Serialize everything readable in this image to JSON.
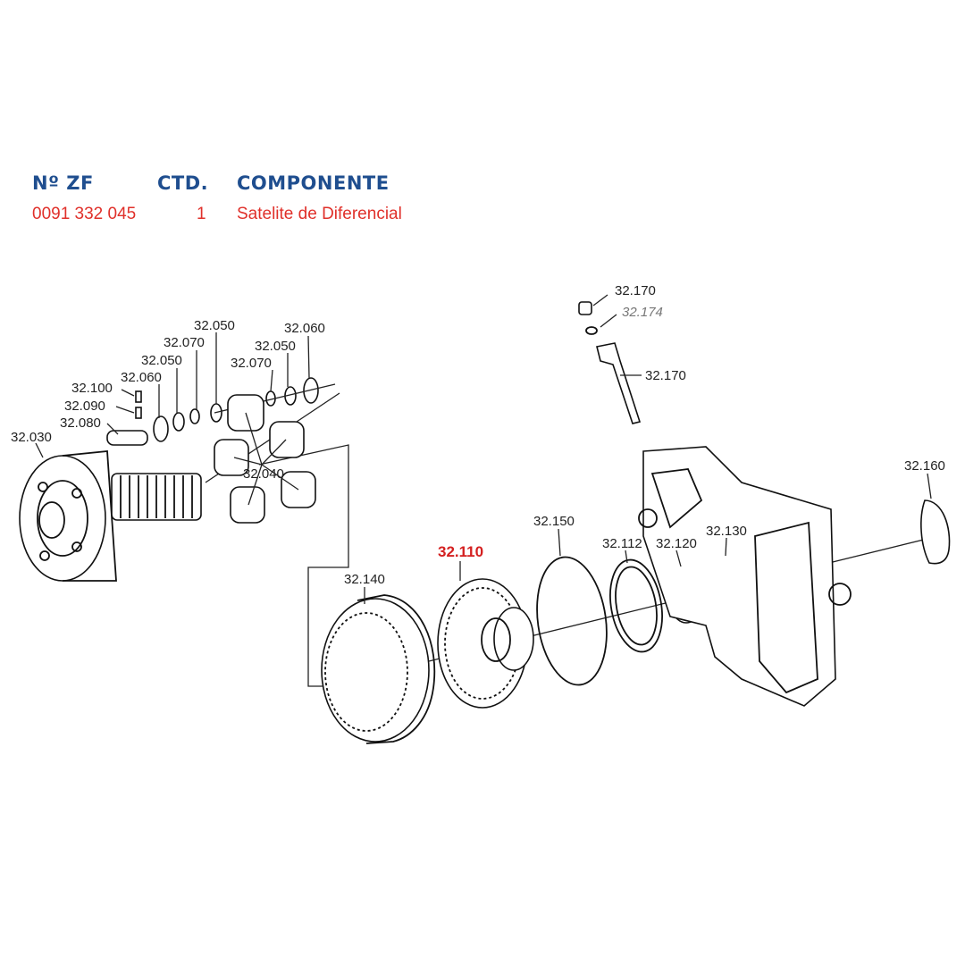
{
  "table": {
    "headers": {
      "part_no": "Nº ZF",
      "qty": "CTD.",
      "component": "COMPONENTE"
    },
    "row": {
      "part_no": "0091 332 045",
      "qty": "1",
      "component": "Satelite de Diferencial"
    }
  },
  "labels": {
    "l_32030": "32.030",
    "l_32080": "32.080",
    "l_32090": "32.090",
    "l_32100": "32.100",
    "l_32060a": "32.060",
    "l_32050a": "32.050",
    "l_32070a": "32.070",
    "l_32050b": "32.050",
    "l_32050c": "32.050",
    "l_32070b": "32.070",
    "l_32060b": "32.060",
    "l_32040": "32.040",
    "l_32140": "32.140",
    "l_32110": "32.110",
    "l_32150": "32.150",
    "l_32112": "32.112",
    "l_32120": "32.120",
    "l_32130": "32.130",
    "l_32160": "32.160",
    "l_32170a": "32.170",
    "l_32174": "32.174",
    "l_32170b": "32.170"
  },
  "colors": {
    "header": "#1f4e8f",
    "highlight": "#e0302a",
    "line": "#222222"
  }
}
